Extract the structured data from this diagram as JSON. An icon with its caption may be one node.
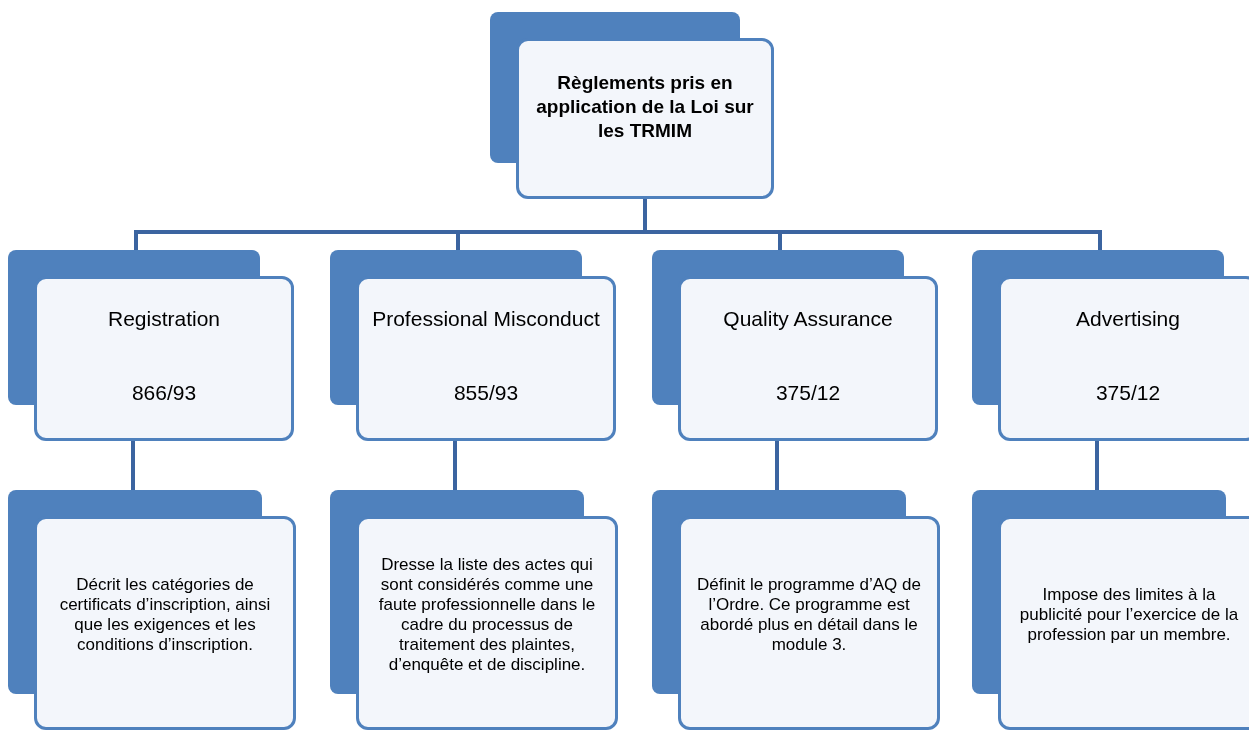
{
  "diagram": {
    "nodes": [
      {
        "text": [
          "Règlements pris en application de la Loi sur les TRMIM"
        ]
      },
      {
        "text": [
          "Registration",
          "866/93"
        ]
      },
      {
        "text": [
          "Professional Misconduct",
          "855/93"
        ]
      },
      {
        "text": [
          "Quality Assurance",
          "375/12"
        ]
      },
      {
        "text": [
          "Advertising",
          "375/12"
        ]
      },
      {
        "text": [
          "Décrit les catégories de certificats d’inscription, ainsi que les exigences et les conditions d’inscription."
        ]
      },
      {
        "text": [
          "Dresse la liste des actes qui sont considérés comme une faute professionnelle dans le cadre du processus de traitement des plaintes, d’enquête et de discipline."
        ]
      },
      {
        "text": [
          "Définit le programme d’AQ de l’Ordre. Ce programme est abordé plus en détail dans le module 3."
        ]
      },
      {
        "text": [
          "Impose des limites à la publicité pour l’exercice de la profession par un membre."
        ]
      }
    ],
    "edges": [
      {
        "from": 0,
        "to": 1,
        "arrow": "none"
      },
      {
        "from": 0,
        "to": 2,
        "arrow": "none"
      },
      {
        "from": 0,
        "to": 3,
        "arrow": "none"
      },
      {
        "from": 0,
        "to": 4,
        "arrow": "none"
      },
      {
        "from": 1,
        "to": 5,
        "arrow": "none"
      },
      {
        "from": 2,
        "to": 6,
        "arrow": "none"
      },
      {
        "from": 3,
        "to": 7,
        "arrow": "none"
      },
      {
        "from": 4,
        "to": 8,
        "arrow": "none"
      }
    ]
  }
}
